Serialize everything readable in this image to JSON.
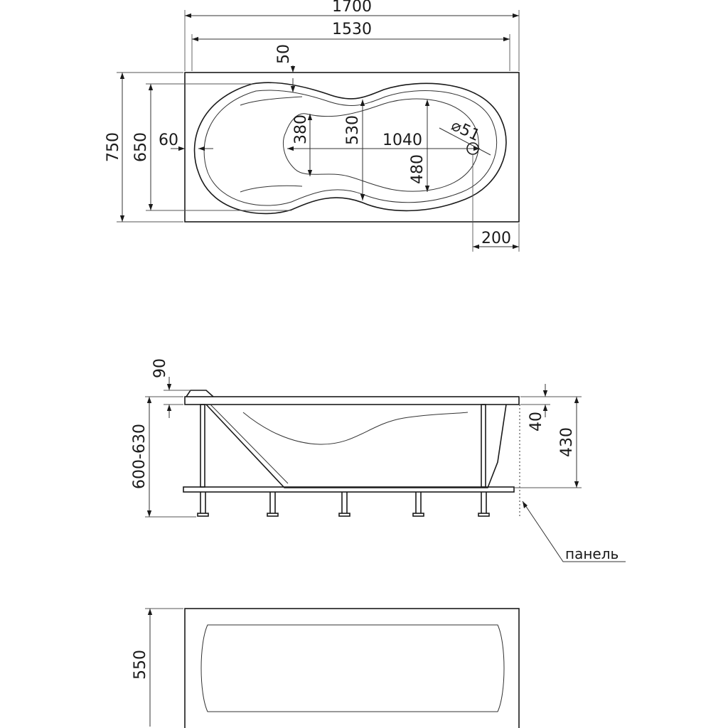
{
  "top_view": {
    "overall_length": "1700",
    "inner_length": "1530",
    "overall_width": "750",
    "inner_width": "650",
    "rim_offset_side": "60",
    "rim_offset_top": "50",
    "headrest_width": "380",
    "waist_width": "530",
    "bowl_length": "1040",
    "foot_width": "480",
    "drain_diameter": "⌀51",
    "drain_offset": "200"
  },
  "side_view": {
    "rim_height": "90",
    "total_height": "600-630",
    "lip_height": "40",
    "depth": "430",
    "panel_label": "панель"
  },
  "end_view": {
    "bottom_width": "550"
  }
}
